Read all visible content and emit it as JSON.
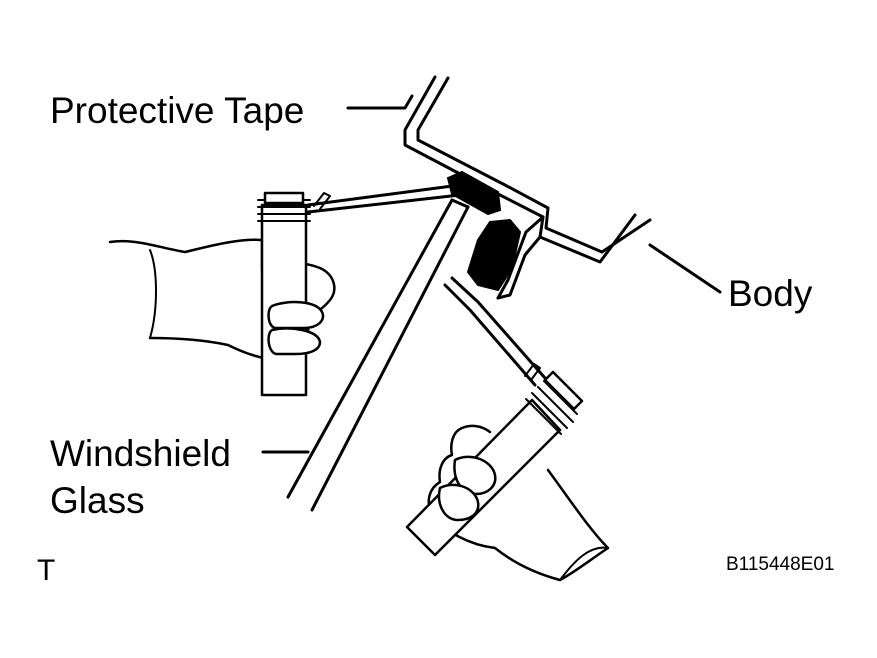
{
  "labels": {
    "protective_tape": "Protective Tape",
    "body": "Body",
    "windshield_glass_line1": "Windshield",
    "windshield_glass_line2": "Glass",
    "view_code": "T",
    "figure_code": "B115448E01"
  },
  "colors": {
    "ink": "#000000",
    "background": "#ffffff"
  }
}
